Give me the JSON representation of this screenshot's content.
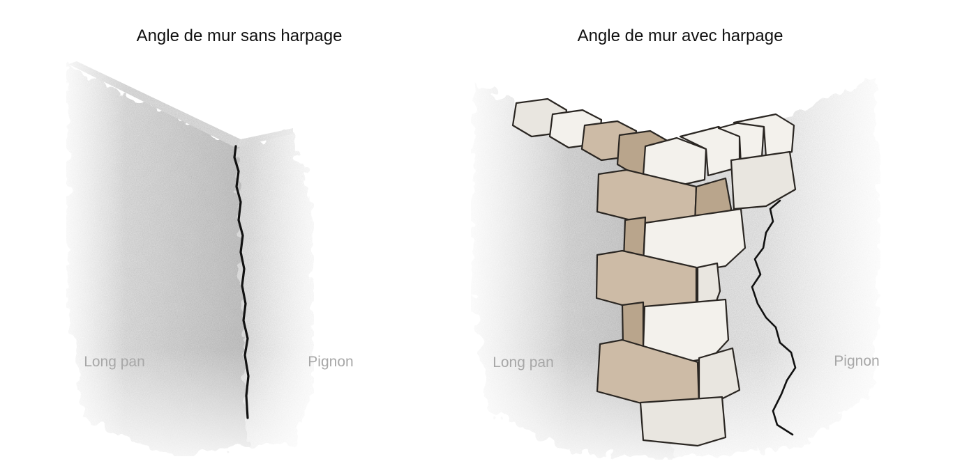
{
  "panels": [
    {
      "title": "Angle de mur sans harpage",
      "left_label": "Long pan",
      "right_label": "Pignon"
    },
    {
      "title": "Angle de mur avec harpage",
      "left_label": "Long pan",
      "right_label": "Pignon"
    }
  ],
  "colors": {
    "title_text": "#111111",
    "label_text": "#a7a7a7",
    "wall_light": "#eeeeee",
    "wall_shadow": "#cfcfcf",
    "crack": "#111111",
    "stone_light": "#e9e6e0",
    "stone_tan": "#cdbba6",
    "stone_brown": "#b9a58c"
  }
}
